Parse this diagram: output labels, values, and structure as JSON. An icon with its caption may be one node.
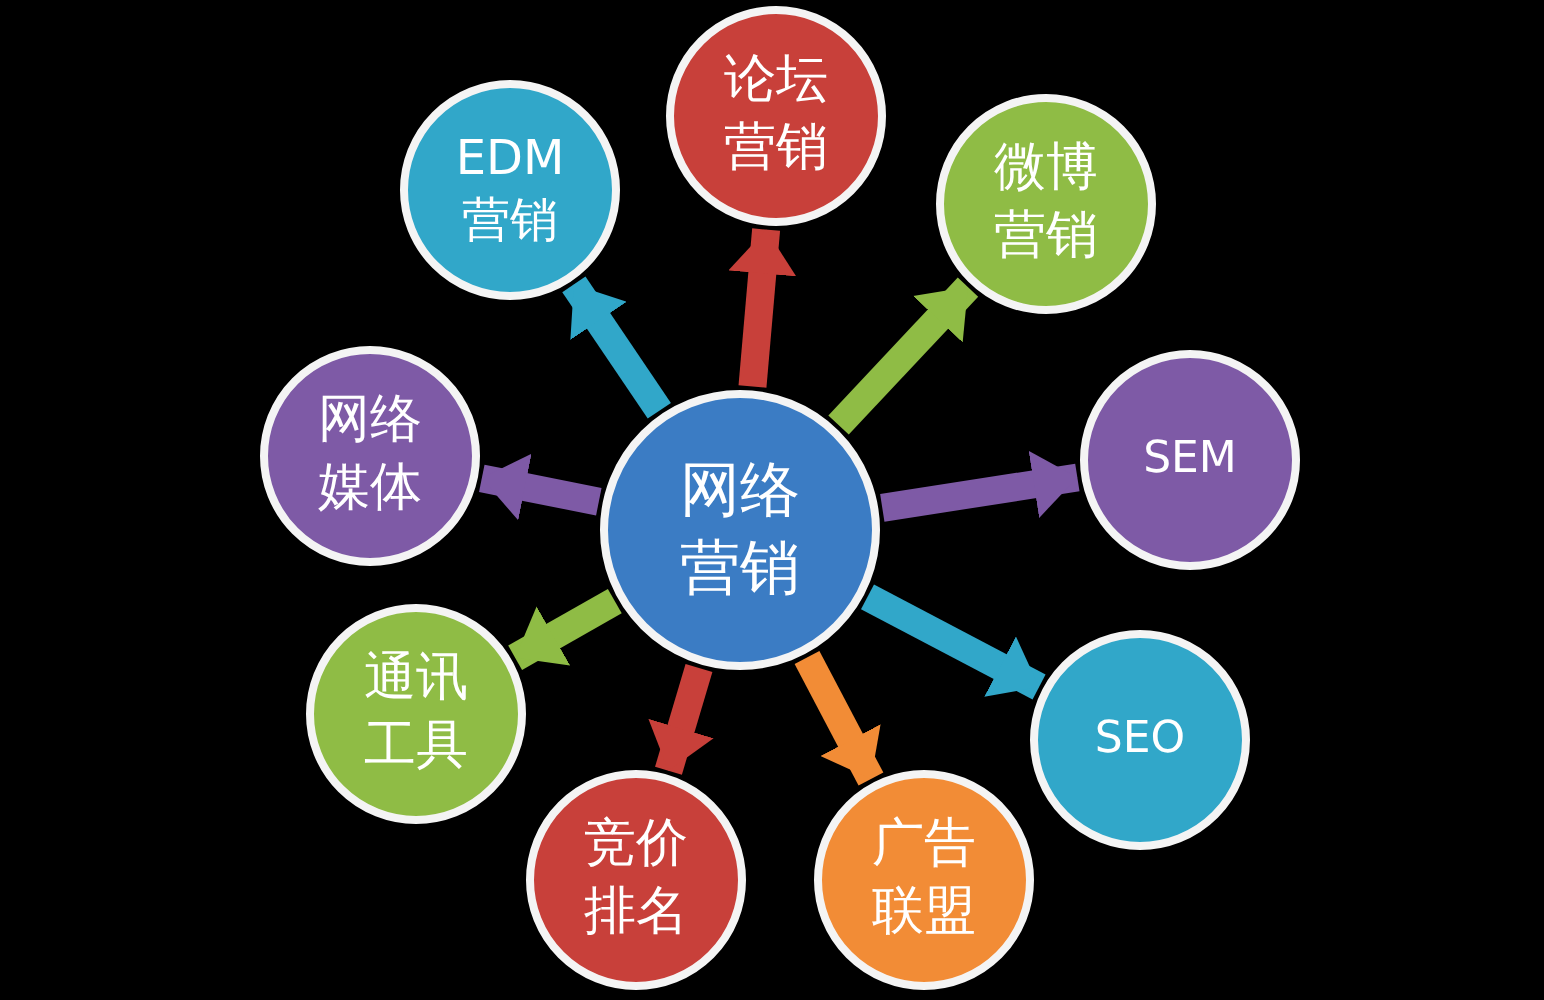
{
  "diagram": {
    "nodes": [
      {
        "text": [
          "网络营销"
        ]
      },
      {
        "text": [
          "论坛营销"
        ]
      },
      {
        "text": [
          "微博营销"
        ]
      },
      {
        "text": [
          "SEM"
        ]
      },
      {
        "text": [
          "SEO"
        ]
      },
      {
        "text": [
          "广告联盟"
        ]
      },
      {
        "text": [
          "竞价排名"
        ]
      },
      {
        "text": [
          "通讯工具"
        ]
      },
      {
        "text": [
          "网络媒体"
        ]
      },
      {
        "text": [
          "EDM营销"
        ]
      }
    ],
    "edges": [
      {
        "from": 0,
        "to": 1,
        "arrow": "to",
        "color": "#c8403a"
      },
      {
        "from": 0,
        "to": 2,
        "arrow": "to",
        "color": "#8fbc45"
      },
      {
        "from": 0,
        "to": 3,
        "arrow": "to",
        "color": "#7e5aa6"
      },
      {
        "from": 0,
        "to": 4,
        "arrow": "to",
        "color": "#31a7c9"
      },
      {
        "from": 0,
        "to": 5,
        "arrow": "to",
        "color": "#f28c36"
      },
      {
        "from": 0,
        "to": 6,
        "arrow": "to",
        "color": "#c8403a"
      },
      {
        "from": 0,
        "to": 7,
        "arrow": "to",
        "color": "#8fbc45"
      },
      {
        "from": 0,
        "to": 8,
        "arrow": "to",
        "color": "#7e5aa6"
      },
      {
        "from": 0,
        "to": 9,
        "arrow": "to",
        "color": "#31a7c9"
      }
    ]
  }
}
